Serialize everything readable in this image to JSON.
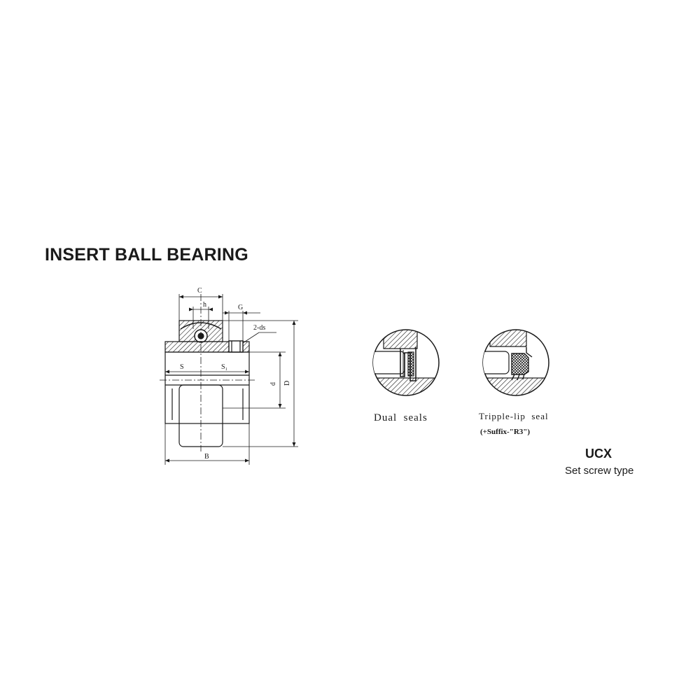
{
  "title": "INSERT BALL BEARING",
  "dimensions": {
    "C": "C",
    "h": "h",
    "G": "G",
    "ds": "2-ds",
    "S": "S",
    "S1": "S₁",
    "d": "d",
    "D": "D",
    "B": "B"
  },
  "seals": {
    "dual": "Dual  seals",
    "triple": "Tripple-lip  seal",
    "triple_suffix": "(+Suffix-\"R3\")"
  },
  "model": {
    "code": "UCX",
    "type": "Set screw type"
  },
  "colors": {
    "line": "#1a1a1a",
    "background": "#ffffff"
  }
}
